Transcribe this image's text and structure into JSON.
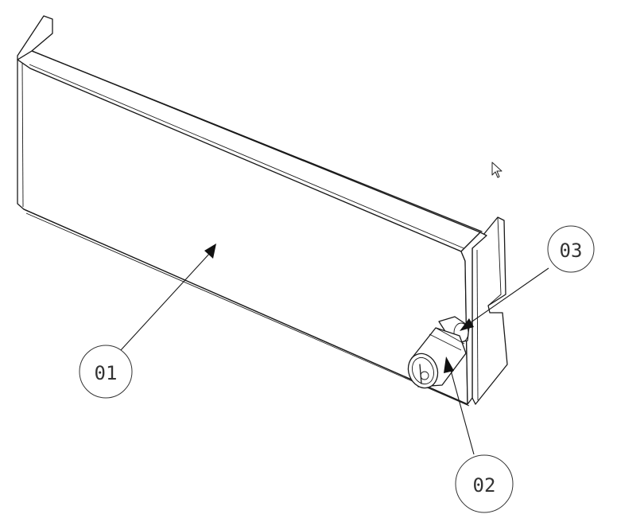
{
  "colors": {
    "background": "#ffffff",
    "line": "#1a1a1a",
    "balloon_stroke": "#333333"
  },
  "icons": {
    "cursor": "mouse-pointer-icon"
  },
  "balloons": [
    {
      "id": "b01",
      "label": "01"
    },
    {
      "id": "b02",
      "label": "02"
    },
    {
      "id": "b03",
      "label": "03"
    }
  ]
}
